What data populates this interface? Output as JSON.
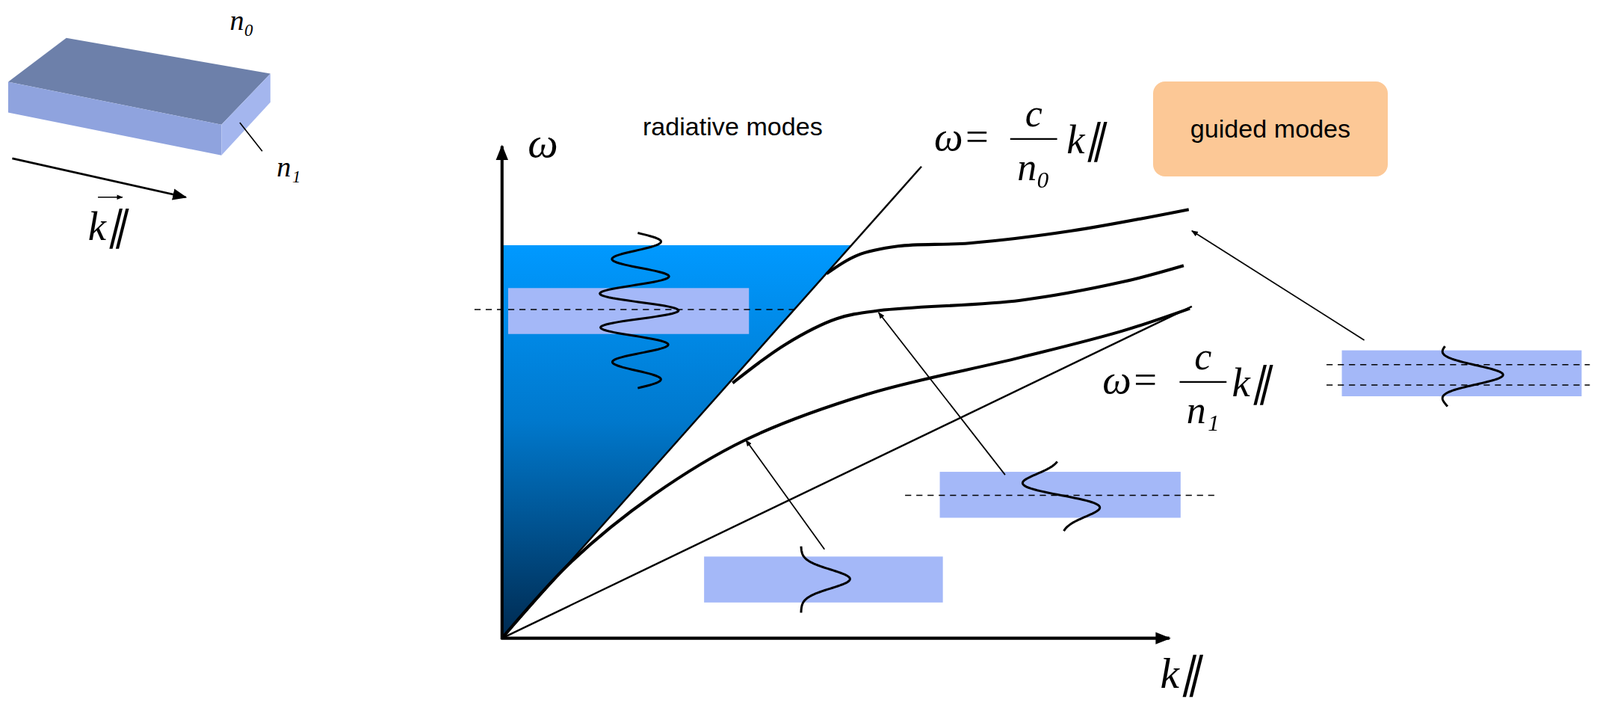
{
  "diagram": {
    "nodes": [
      {
        "text": [
          "guided modes"
        ]
      }
    ],
    "labels": [
      "n₀",
      "n₁",
      "k∥",
      "ω",
      "radiative modes",
      "ω=",
      "c",
      "n₀",
      "k∥",
      "ω=",
      "c",
      "n₁",
      "k∥",
      "k∥"
    ]
  }
}
